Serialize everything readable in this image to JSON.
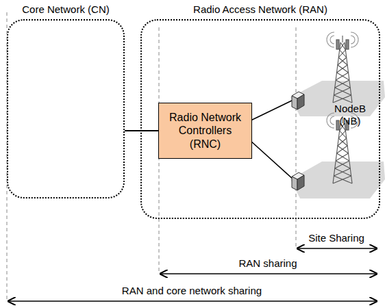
{
  "diagram": {
    "nodes": [
      {
        "text": [
          "Core Network (CN)"
        ]
      },
      {
        "text": [
          "Radio Access Network (RAN)"
        ]
      },
      {
        "text": [
          "Radio Network Controllers (RNC)"
        ],
        "in": 1
      }
    ],
    "edges": [
      {
        "from": 0,
        "to": 2,
        "arrow": "none"
      }
    ],
    "labels": [
      "NodeB (NB)",
      "Site Sharing",
      "RAN sharing",
      "RAN and core network sharing"
    ]
  }
}
